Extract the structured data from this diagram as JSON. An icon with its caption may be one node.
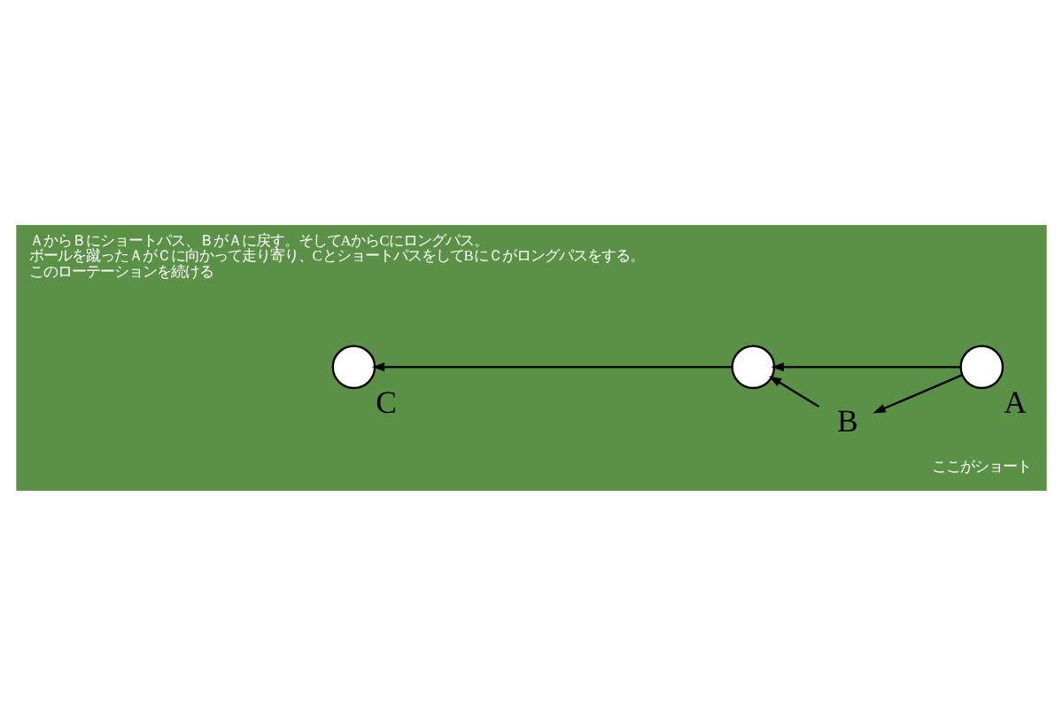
{
  "diagram": {
    "nodes": [
      {
        "text": [],
        "shape": "circle",
        "beside": [
          "C"
        ]
      },
      {
        "text": [],
        "shape": "circle"
      },
      {
        "text": [
          "B"
        ]
      },
      {
        "text": [],
        "shape": "circle",
        "beside": [
          "A"
        ]
      }
    ],
    "edges": [
      {
        "from": 1,
        "to": 0,
        "arrow": "to"
      },
      {
        "from": 3,
        "to": 2,
        "arrow": "to"
      },
      {
        "from": 2,
        "to": 1,
        "arrow": "to"
      },
      {
        "from": 3,
        "to": 1,
        "arrow": "to"
      }
    ],
    "labels": [
      "ＡからＢにショートパス、ＢがＡに戻す。そしてAからCにロングパス。",
      "ボールを蹴ったＡがＣに向かって走り寄り、CとショートパスをしてBにＣがロングパスをする。",
      "このローテーションを続ける",
      "ここがショート"
    ]
  }
}
